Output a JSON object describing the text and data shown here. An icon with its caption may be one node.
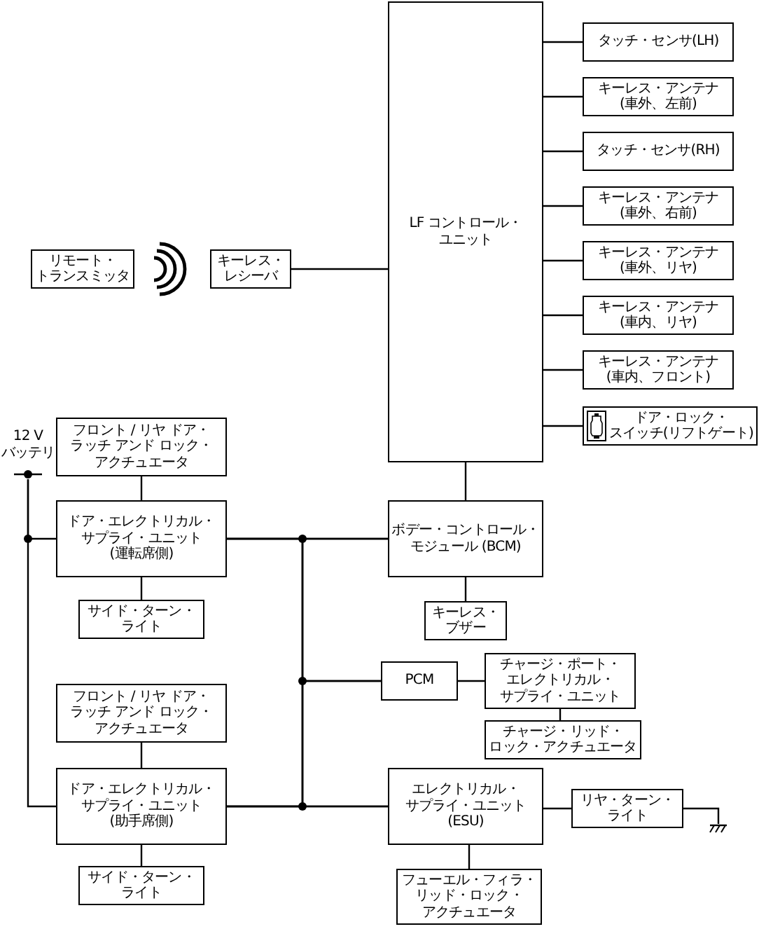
{
  "diagram": {
    "nodes": [
      {
        "text": [
          "LF コントロール・ユニット"
        ]
      },
      {
        "text": [
          "タッチ・センサ(LH)"
        ]
      },
      {
        "text": [
          "キーレス・アンテナ(車外、左前)"
        ]
      },
      {
        "text": [
          "タッチ・センサ(RH)"
        ]
      },
      {
        "text": [
          "キーレス・アンテナ(車外、右前)"
        ]
      },
      {
        "text": [
          "キーレス・アンテナ(車外、リヤ)"
        ]
      },
      {
        "text": [
          "キーレス・アンテナ(車内、リヤ)"
        ]
      },
      {
        "text": [
          "キーレス・アンテナ(車内、フロント)"
        ]
      },
      {
        "text": [
          "ドア・ロック・スイッチ(リフトゲート)"
        ]
      },
      {
        "text": [
          "リモート・トランスミッタ"
        ]
      },
      {
        "text": [
          "キーレス・レシーバ"
        ]
      },
      {
        "text": [
          "フロント / リヤ ドア・ラッチ アンド ロック・アクチュエータ"
        ]
      },
      {
        "text": [
          "12 V バッテリ"
        ]
      },
      {
        "text": [
          "ドア・エレクトリカル・サプライ・ユニット(運転席側)"
        ]
      },
      {
        "text": [
          "サイド・ターン・ライト"
        ]
      },
      {
        "text": [
          "ボデー・コントロール・モジュール (BCM)"
        ]
      },
      {
        "text": [
          "キーレス・ブザー"
        ]
      },
      {
        "text": [
          "PCM"
        ]
      },
      {
        "text": [
          "チャージ・ポート・エレクトリカル・サプライ・ユニット"
        ]
      },
      {
        "text": [
          "チャージ・リッド・ロック・アクチュエータ"
        ]
      },
      {
        "text": [
          "フロント / リヤ ドア・ラッチ アンド ロック・アクチュエータ"
        ]
      },
      {
        "text": [
          "ドア・エレクトリカル・サプライ・ユニット(助手席側)"
        ]
      },
      {
        "text": [
          "サイド・ターン・ライト"
        ]
      },
      {
        "text": [
          "エレクトリカル・サプライ・ユニット(ESU)"
        ]
      },
      {
        "text": [
          "リヤ・ターン・ライト"
        ]
      },
      {
        "text": [],
        "shape": "ground"
      },
      {
        "text": [
          "フューエル・フィラ・リッド・ロック・アクチュエータ"
        ]
      }
    ],
    "edges": [
      {
        "from": 10,
        "to": 0,
        "arrow": "none"
      },
      {
        "from": 0,
        "to": 1,
        "arrow": "none"
      },
      {
        "from": 0,
        "to": 2,
        "arrow": "none"
      },
      {
        "from": 0,
        "to": 3,
        "arrow": "none"
      },
      {
        "from": 0,
        "to": 4,
        "arrow": "none"
      },
      {
        "from": 0,
        "to": 5,
        "arrow": "none"
      },
      {
        "from": 0,
        "to": 6,
        "arrow": "none"
      },
      {
        "from": 0,
        "to": 7,
        "arrow": "none"
      },
      {
        "from": 0,
        "to": 8,
        "arrow": "none"
      },
      {
        "from": 11,
        "to": 13,
        "arrow": "none"
      },
      {
        "from": 13,
        "to": 14,
        "arrow": "none"
      },
      {
        "from": 0,
        "to": 15,
        "arrow": "none"
      },
      {
        "from": 15,
        "to": 16,
        "arrow": "none"
      },
      {
        "from": 17,
        "to": 18,
        "arrow": "none"
      },
      {
        "from": 18,
        "to": 19,
        "arrow": "none"
      },
      {
        "from": 20,
        "to": 21,
        "arrow": "none"
      },
      {
        "from": 21,
        "to": 22,
        "arrow": "none"
      },
      {
        "from": 23,
        "to": 24,
        "arrow": "none"
      },
      {
        "from": 24,
        "to": 25,
        "arrow": "none"
      },
      {
        "from": 23,
        "to": 26,
        "arrow": "none"
      },
      {
        "from": 12,
        "to": 13,
        "arrow": "none"
      },
      {
        "from": 12,
        "to": 21,
        "arrow": "none"
      },
      {
        "from": 13,
        "to": 15,
        "arrow": "none"
      },
      {
        "from": 13,
        "to": 17,
        "arrow": "none"
      },
      {
        "from": 13,
        "to": 23,
        "arrow": "none"
      },
      {
        "from": 21,
        "to": 15,
        "arrow": "none"
      },
      {
        "from": 21,
        "to": 17,
        "arrow": "none"
      },
      {
        "from": 21,
        "to": 23,
        "arrow": "none"
      }
    ]
  }
}
